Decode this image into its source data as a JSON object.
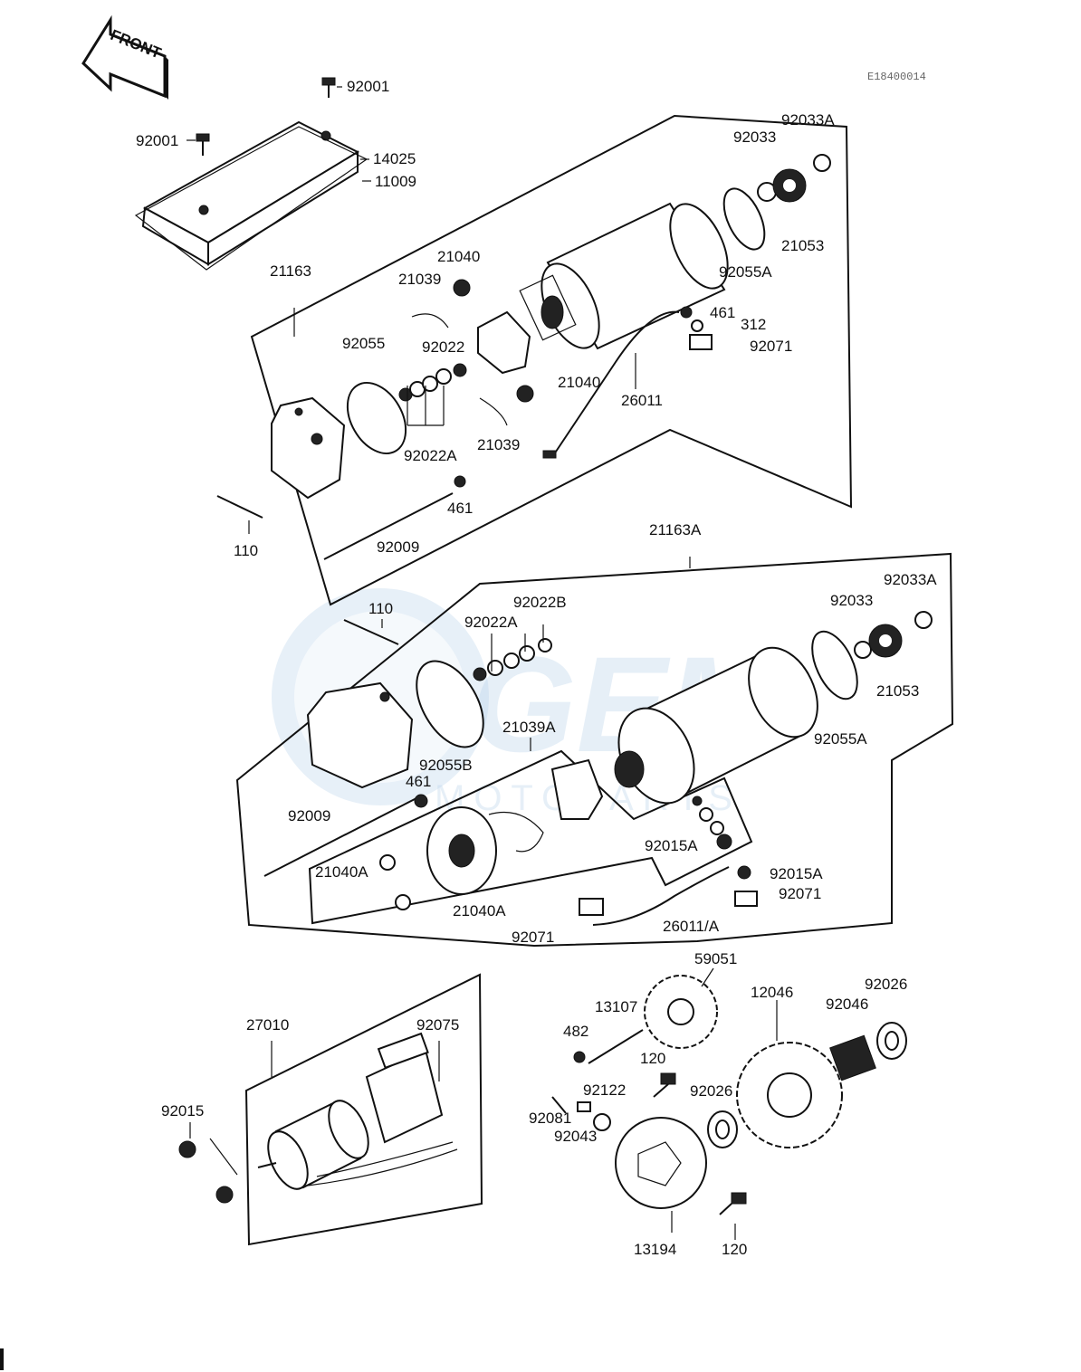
{
  "header": {
    "front_label": "FRONT",
    "diagram_code": "E18400014"
  },
  "watermark": {
    "brand": "GEM",
    "sub": "MOTOPARTS",
    "color": "#b9d3ea"
  },
  "parts": {
    "p92001_top": "92001",
    "p92001_left": "92001",
    "p14025": "14025",
    "p11009": "11009",
    "p21163": "21163",
    "p21040_a": "21040",
    "p21039_a": "21039",
    "p92055": "92055",
    "p92022": "92022",
    "p92022A_a": "92022A",
    "p21039_b": "21039",
    "p21040_b": "21040",
    "p26011": "26011",
    "p461_a": "461",
    "p312": "312",
    "p92071_a": "92071",
    "p92033_a": "92033",
    "p92033A_a": "92033A",
    "p21053_a": "21053",
    "p92055A_a": "92055A",
    "p461_b": "461",
    "p110_a": "110",
    "p92009_a": "92009",
    "p21163A": "21163A",
    "p110_b": "110",
    "p92022B": "92022B",
    "p92022A_b": "92022A",
    "p92033_b": "92033",
    "p92033A_b": "92033A",
    "p21053_b": "21053",
    "p92055A_b": "92055A",
    "p21039A": "21039A",
    "p92055B": "92055B",
    "p461_c": "461",
    "p92009_b": "92009",
    "p21040A_a": "21040A",
    "p21040A_b": "21040A",
    "p92015A_a": "92015A",
    "p92015A_b": "92015A",
    "p92071_b": "92071",
    "p92071_c": "92071",
    "p26011A": "26011/A",
    "p59051": "59051",
    "p13107": "13107",
    "p482": "482",
    "p120_a": "120",
    "p92122": "92122",
    "p92081": "92081",
    "p92043": "92043",
    "p12046": "12046",
    "p92046": "92046",
    "p92026_a": "92026",
    "p92026_b": "92026",
    "p13194": "13194",
    "p120_b": "120",
    "p27010": "27010",
    "p92075": "92075",
    "p92015": "92015"
  }
}
